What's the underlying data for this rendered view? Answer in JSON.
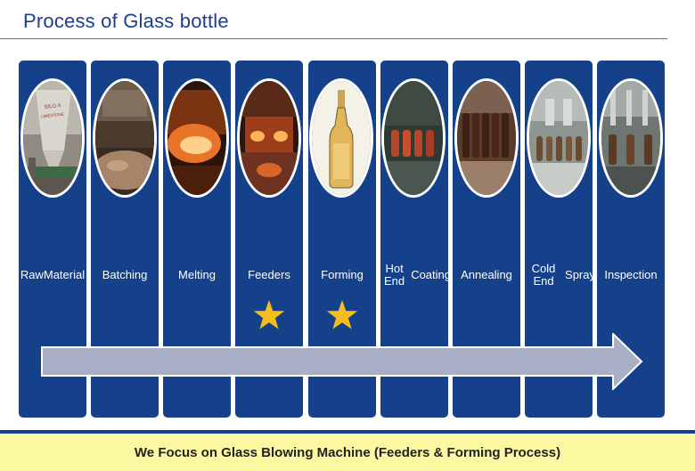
{
  "title": "Process of Glass bottle",
  "stages": [
    {
      "label_lines": [
        "Raw",
        "Material"
      ],
      "starred": false
    },
    {
      "label_lines": [
        "Batching"
      ],
      "starred": false
    },
    {
      "label_lines": [
        "Melting"
      ],
      "starred": false
    },
    {
      "label_lines": [
        "Feeders"
      ],
      "starred": true
    },
    {
      "label_lines": [
        "Forming"
      ],
      "starred": true
    },
    {
      "label_lines": [
        "Hot End",
        "Coating"
      ],
      "starred": false
    },
    {
      "label_lines": [
        "Annealing"
      ],
      "starred": false
    },
    {
      "label_lines": [
        "Cold End",
        "Spray"
      ],
      "starred": false
    },
    {
      "label_lines": [
        "Inspection"
      ],
      "starred": false
    }
  ],
  "photo_sign_text": "SILO 4 LIMESTONE",
  "footer": "We Focus on Glass Blowing Machine (Feeders & Forming Process)",
  "colors": {
    "column": "#15418a",
    "arrow": "#a9afc7",
    "star": "#f6be1c",
    "footer_bg": "#fbf8a2",
    "title": "#1f3d8f"
  }
}
